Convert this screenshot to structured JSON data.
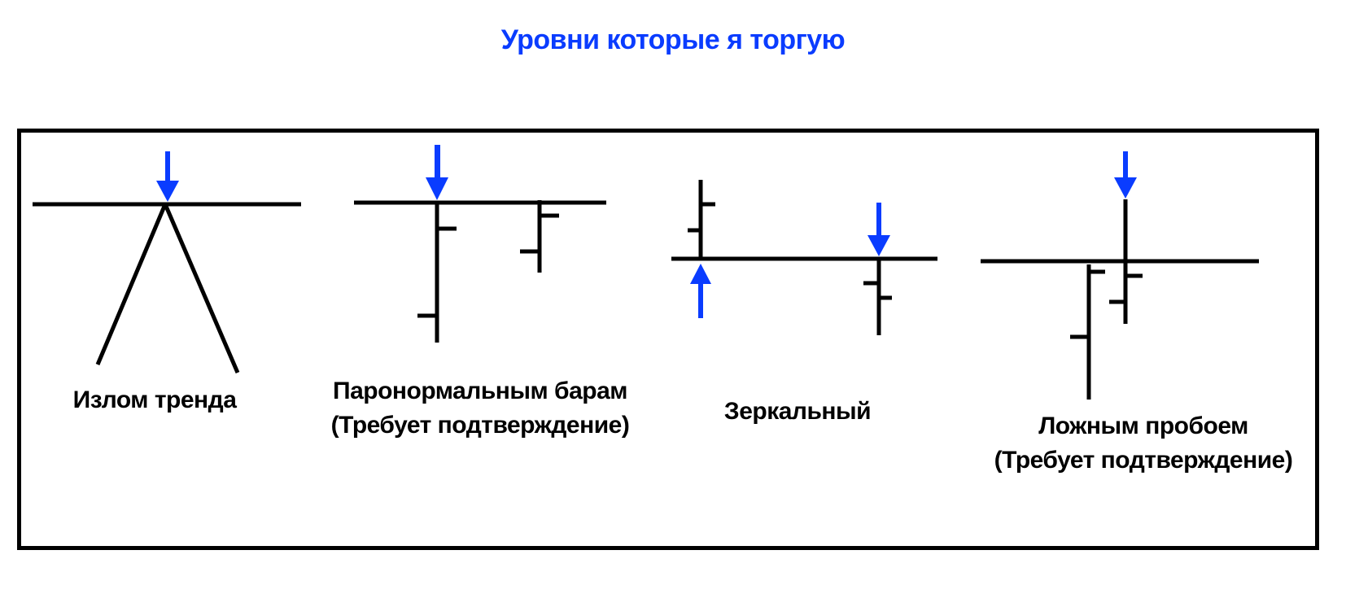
{
  "title": "Уровни которые я торгую",
  "colors": {
    "accent": "#0a3cff",
    "ink": "#000000"
  },
  "patterns": [
    {
      "lines": [
        "Излом тренда"
      ]
    },
    {
      "lines": [
        "Паронормальным барам",
        "(Требует подтверждение)"
      ]
    },
    {
      "lines": [
        "Зеркальный"
      ]
    },
    {
      "lines": [
        "Ложным пробоем",
        "(Требует подтверждение)"
      ]
    }
  ]
}
